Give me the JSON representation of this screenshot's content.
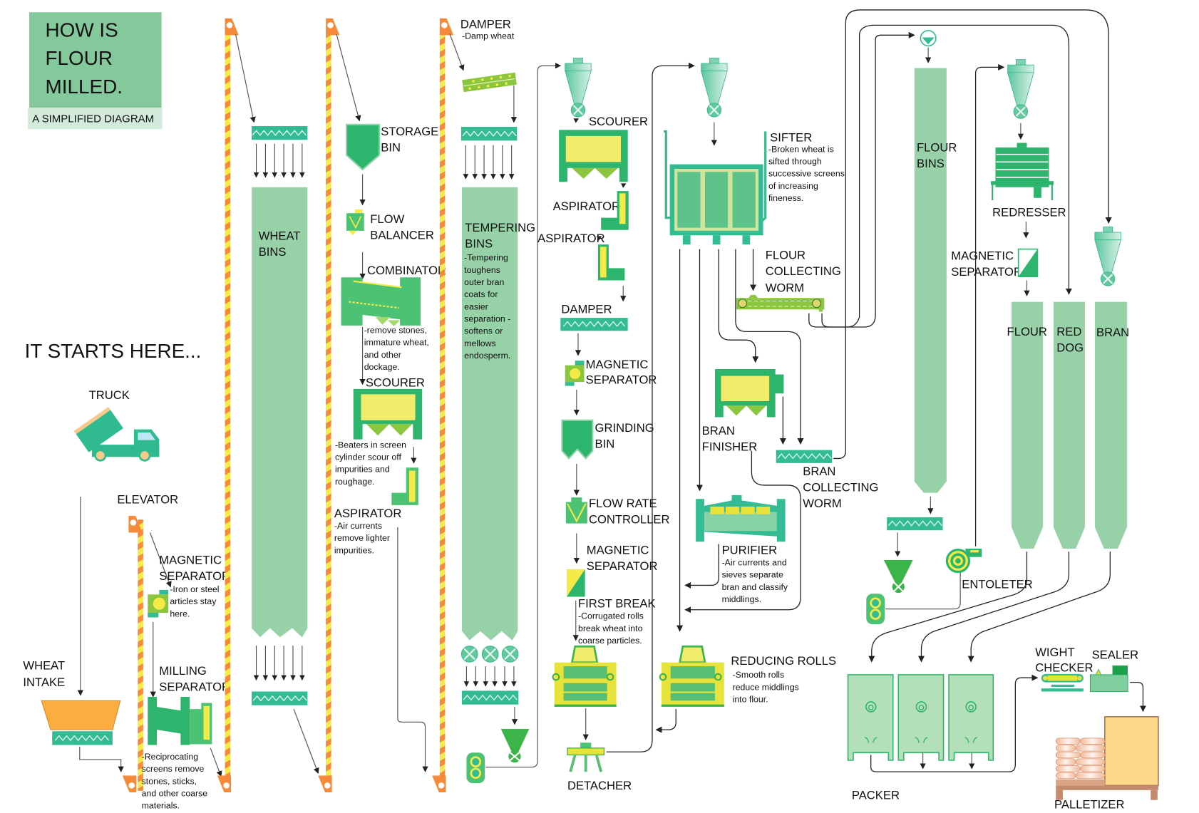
{
  "title": {
    "lines": [
      "HOW IS",
      "FLOUR",
      "MILLED."
    ],
    "subtitle": "A SIMPLIFIED DIAGRAM"
  },
  "intro": "IT STARTS HERE...",
  "colors": {
    "title_bg": "#83c99b",
    "subtitle_bg": "#d3ebdb",
    "bin_green": "#97d1a8",
    "dark_green": "#2db56e",
    "teal": "#33bb94",
    "yellow": "#f2ec6c",
    "lime": "#8cc63f",
    "orange": "#f58a3a",
    "orange_light": "#fbb03b",
    "elevator_yellow": "#f4ea48",
    "packer_bg": "#b4e0b9",
    "palletizer_bg": "#ffd98a",
    "bag": "#f3c2a9",
    "pallet_brown": "#c38a6e"
  },
  "nodes": {
    "truck": {
      "label": "TRUCK"
    },
    "wheat_intake": {
      "label_lines": [
        "WHEAT",
        "INTAKE"
      ]
    },
    "elevator": {
      "label": "ELEVATOR"
    },
    "magnetic_separator_1": {
      "label_lines": [
        "MAGNETIC",
        "SEPARATOR"
      ],
      "note_lines": [
        "-Iron or steel",
        "articles stay",
        "here."
      ]
    },
    "milling_separator": {
      "label_lines": [
        "MILLING",
        "SEPARATOR"
      ],
      "note_lines": [
        "-Reciprocating",
        "screens remove",
        "stones, sticks,",
        "and other coarse",
        "materials."
      ]
    },
    "wheat_bins": {
      "label_lines": [
        "WHEAT",
        "BINS"
      ]
    },
    "storage_bin": {
      "label_lines": [
        "STORAGE",
        "BIN"
      ]
    },
    "flow_balancer": {
      "label_lines": [
        "FLOW",
        "BALANCER"
      ]
    },
    "combinator": {
      "label": "COMBINATOR",
      "note_lines": [
        "-remove stones,",
        "immature wheat,",
        "and other",
        "dockage."
      ]
    },
    "scourer_1": {
      "label": "SCOURER",
      "note_lines": [
        "-Beaters in screen",
        "cylinder scour off",
        "impurities and",
        "roughage."
      ]
    },
    "aspirator_1": {
      "label": "ASPIRATOR",
      "note_lines": [
        "-Air currents",
        "remove lighter",
        "impurities."
      ]
    },
    "damper_1": {
      "label": "DAMPER",
      "note": "-Damp wheat"
    },
    "tempering_bins": {
      "label_lines": [
        "TEMPERING",
        "BINS"
      ],
      "note_lines": [
        "-Tempering",
        "toughens",
        "outer bran",
        "coats for",
        "easier",
        "separation -",
        "softens or",
        "mellows",
        "endosperm."
      ]
    },
    "scourer_2": {
      "label": "SCOURER"
    },
    "aspirator_2": {
      "label": "ASPIRATOR"
    },
    "aspirator_3": {
      "label": "ASPIRATOR"
    },
    "damper_2": {
      "label": "DAMPER"
    },
    "magnetic_separator_2": {
      "label_lines": [
        "MAGNETIC",
        "SEPARATOR"
      ]
    },
    "grinding_bin": {
      "label_lines": [
        "GRINDING",
        "BIN"
      ]
    },
    "flow_rate_controller": {
      "label_lines": [
        "FLOW RATE",
        "CONTROLLER"
      ]
    },
    "magnetic_separator_3": {
      "label_lines": [
        "MAGNETIC",
        "SEPARATOR"
      ]
    },
    "first_break": {
      "label": "FIRST BREAK",
      "note_lines": [
        "-Corrugated rolls",
        "break wheat into",
        "coarse particles."
      ]
    },
    "detacher": {
      "label": "DETACHER"
    },
    "sifter": {
      "label": "SIFTER",
      "note_lines": [
        "-Broken wheat is",
        "sifted through",
        "successive screens",
        "of increasing",
        "fineness."
      ]
    },
    "flour_collecting_worm": {
      "label_lines": [
        "FLOUR",
        "COLLECTING",
        "WORM"
      ]
    },
    "bran_finisher": {
      "label_lines": [
        "BRAN",
        "FINISHER"
      ]
    },
    "bran_collecting_worm": {
      "label_lines": [
        "BRAN",
        "COLLECTING",
        "WORM"
      ]
    },
    "purifier": {
      "label": "PURIFIER",
      "note_lines": [
        "-Air currents and",
        "sieves separate",
        "bran and classify",
        "middlings."
      ]
    },
    "reducing_rolls": {
      "label": "REDUCING ROLLS",
      "note_lines": [
        "-Smooth rolls",
        "reduce middlings",
        "into flour."
      ]
    },
    "flour_bins": {
      "label_lines": [
        "FLOUR",
        "BINS"
      ]
    },
    "redresser": {
      "label": "REDRESSER"
    },
    "magnetic_separator_4": {
      "label_lines": [
        "MAGNETIC",
        "SEPARATOR"
      ]
    },
    "entoleter": {
      "label": "ENTOLETER"
    },
    "silo_flour": {
      "label": "FLOUR"
    },
    "silo_red_dog": {
      "label_lines": [
        "RED",
        "DOG"
      ]
    },
    "silo_bran": {
      "label": "BRAN"
    },
    "packer": {
      "label": "PACKER"
    },
    "weight_checker": {
      "label_lines": [
        "WIGHT",
        "CHECKER"
      ]
    },
    "sealer": {
      "label": "SEALER"
    },
    "palletizer": {
      "label": "PALLETIZER"
    }
  }
}
